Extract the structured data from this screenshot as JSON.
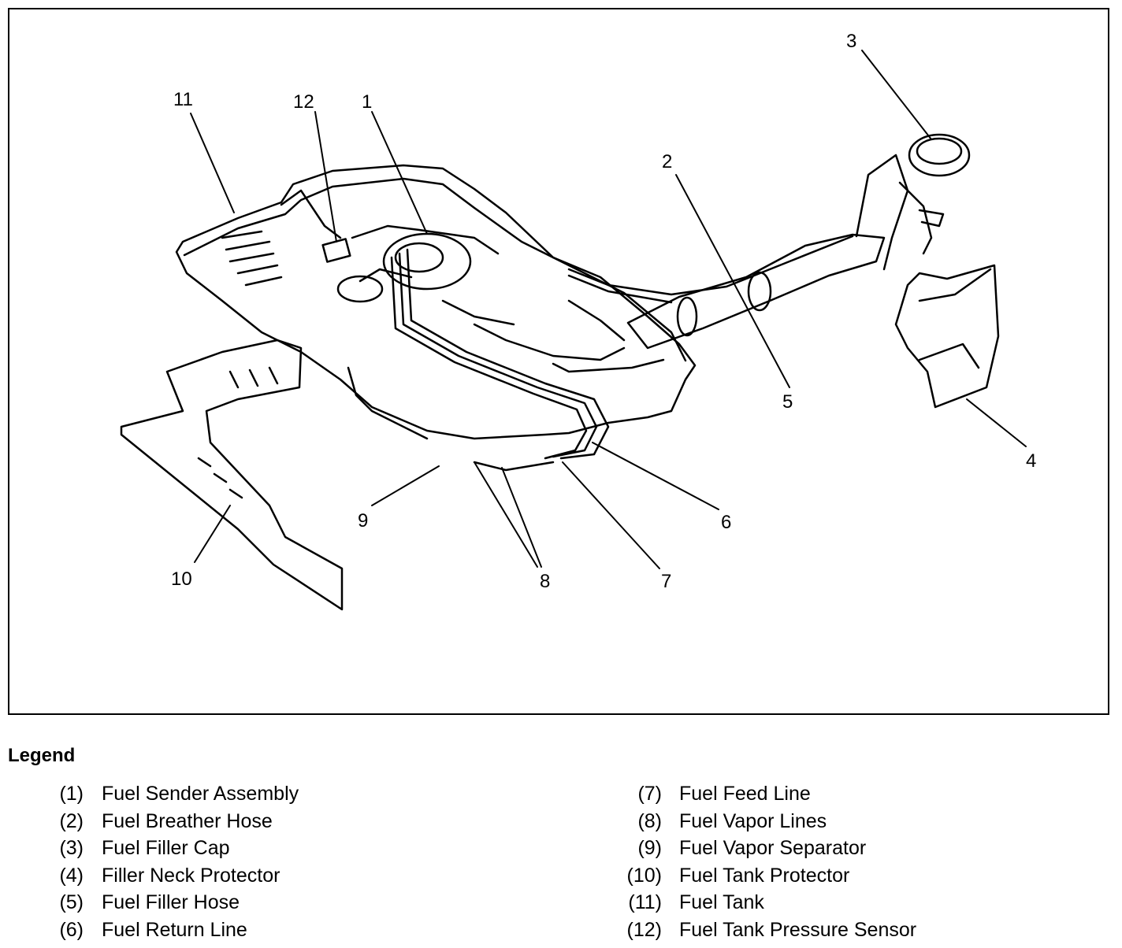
{
  "diagram": {
    "callouts": [
      {
        "num": "11"
      },
      {
        "num": "12"
      },
      {
        "num": "1"
      },
      {
        "num": "2"
      },
      {
        "num": "3"
      },
      {
        "num": "4"
      },
      {
        "num": "5"
      },
      {
        "num": "6"
      },
      {
        "num": "7"
      },
      {
        "num": "8"
      },
      {
        "num": "9"
      },
      {
        "num": "10"
      }
    ]
  },
  "legend": {
    "title": "Legend",
    "left": [
      {
        "num": "(1)",
        "name": "Fuel Sender Assembly"
      },
      {
        "num": "(2)",
        "name": "Fuel Breather Hose"
      },
      {
        "num": "(3)",
        "name": "Fuel Filler Cap"
      },
      {
        "num": "(4)",
        "name": "Filler Neck Protector"
      },
      {
        "num": "(5)",
        "name": "Fuel Filler Hose"
      },
      {
        "num": "(6)",
        "name": "Fuel Return Line"
      }
    ],
    "right": [
      {
        "num": "(7)",
        "name": "Fuel Feed Line"
      },
      {
        "num": "(8)",
        "name": "Fuel Vapor Lines"
      },
      {
        "num": "(9)",
        "name": "Fuel Vapor Separator"
      },
      {
        "num": "(10)",
        "name": "Fuel Tank Protector"
      },
      {
        "num": "(11)",
        "name": "Fuel Tank"
      },
      {
        "num": "(12)",
        "name": "Fuel Tank Pressure Sensor"
      }
    ]
  }
}
